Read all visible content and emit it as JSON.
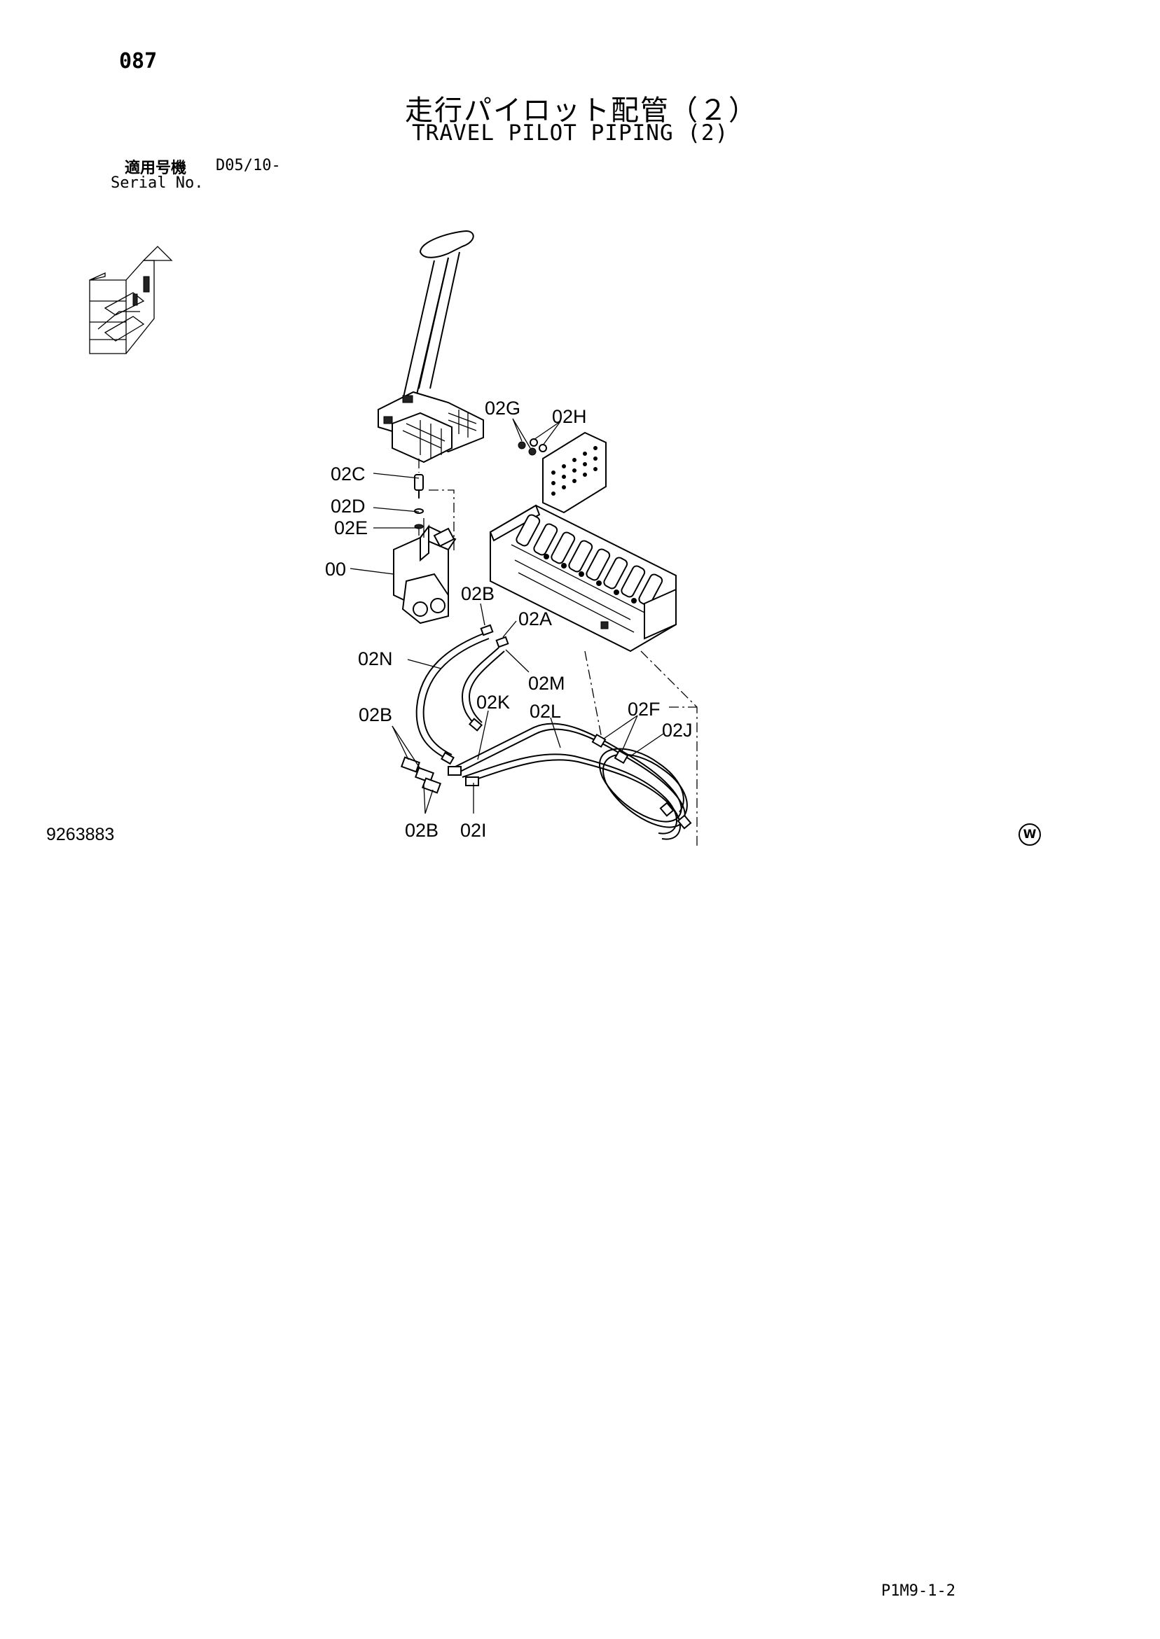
{
  "header": {
    "page_number": "087",
    "title_jp": "走行パイロット配管（２）",
    "title_en": "TRAVEL PILOT PIPING (2)",
    "serial_label_jp": "適用号機",
    "serial_value": "D05/10-",
    "serial_label_en": "Serial No."
  },
  "callouts": {
    "c00": "00",
    "c02A": "02A",
    "c02B_top": "02B",
    "c02B_left": "02B",
    "c02B_bottom": "02B",
    "c02C": "02C",
    "c02D": "02D",
    "c02E": "02E",
    "c02F": "02F",
    "c02G": "02G",
    "c02H": "02H",
    "c02I": "02I",
    "c02J": "02J",
    "c02K": "02K",
    "c02L": "02L",
    "c02M": "02M",
    "c02N": "02N"
  },
  "footer": {
    "drawing_number": "9263883",
    "w_mark": "W",
    "page_code": "P1M9-1-2"
  }
}
